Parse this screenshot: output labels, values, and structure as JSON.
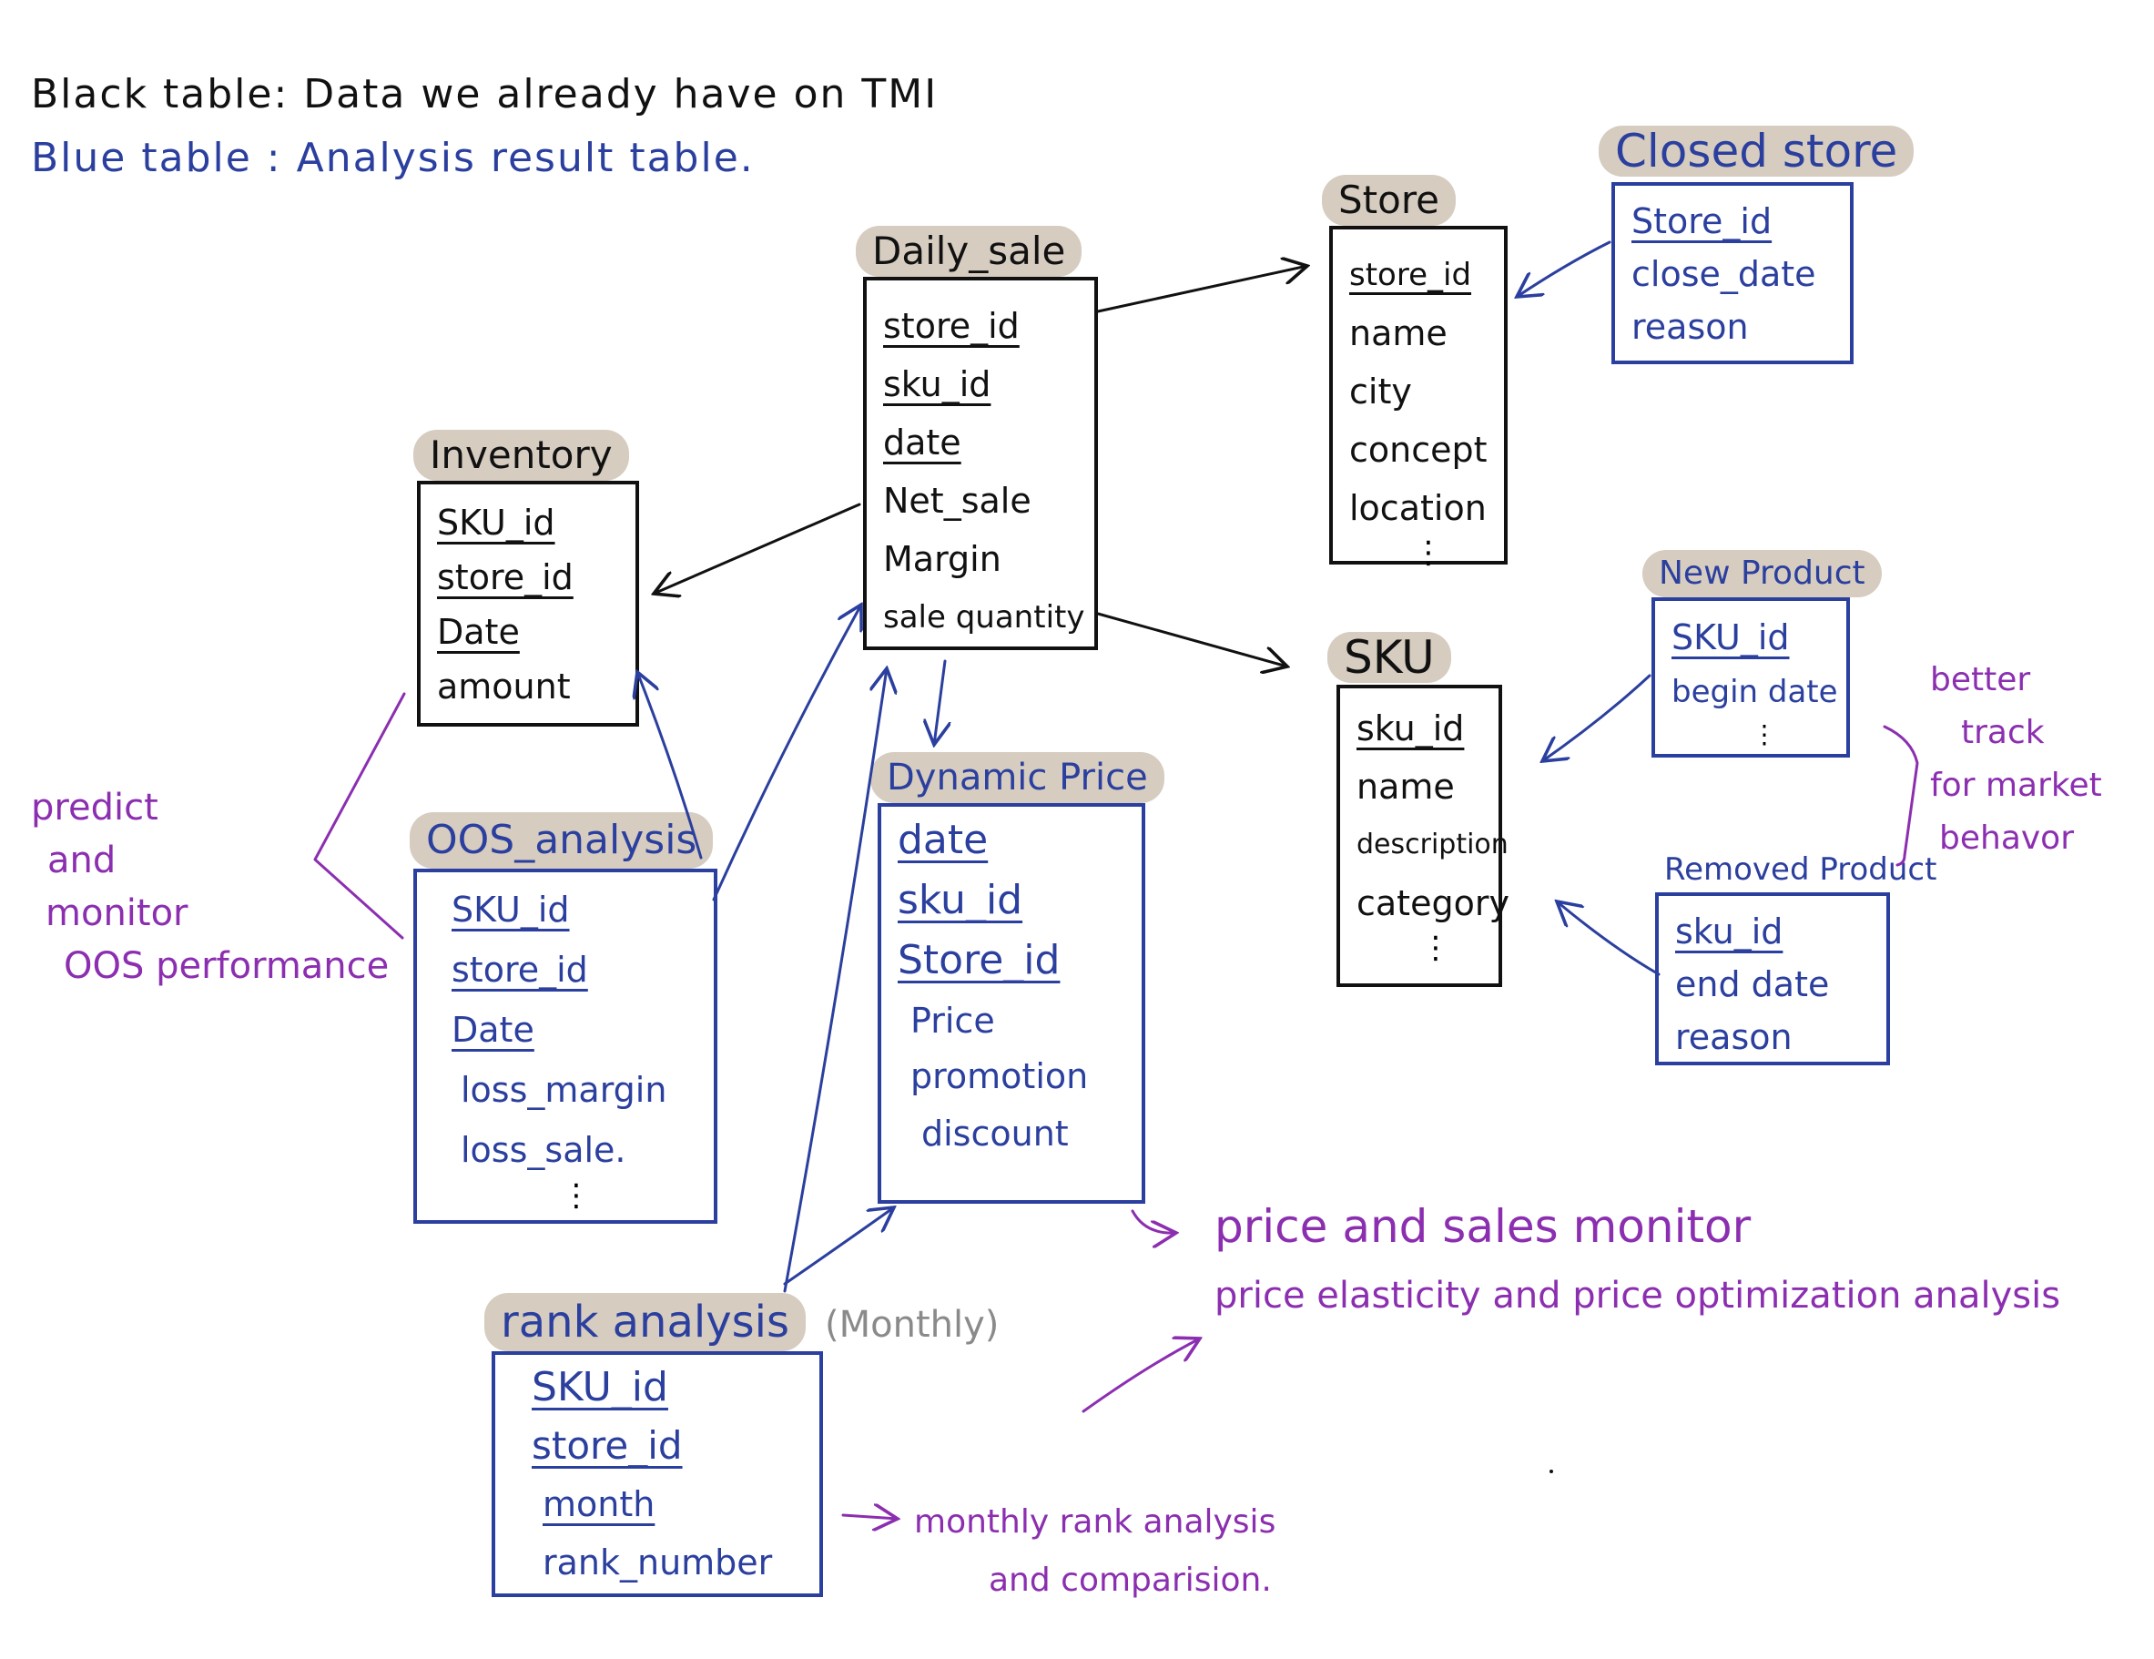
{
  "legend": {
    "black": "Black table: Data we already have on TMI",
    "blue": "Blue table : Analysis result table."
  },
  "colors": {
    "black": "#111111",
    "blue": "#2b3f9e",
    "purple": "#8b2fb0",
    "highlight": "#d6ccc0",
    "gray": "#8a8a8a"
  },
  "tables": {
    "daily_sale": {
      "title": "Daily_sale",
      "fields": [
        "store_id",
        "sku_id",
        "date",
        "Net_sale",
        "Margin",
        "sale quantity"
      ]
    },
    "store": {
      "title": "Store",
      "fields": [
        "store_id",
        "name",
        "city",
        "concept",
        "location"
      ],
      "ellipsis": "⋮"
    },
    "closed_store": {
      "title": "Closed store",
      "fields": [
        "Store_id",
        "close_date",
        "reason"
      ]
    },
    "inventory": {
      "title": "Inventory",
      "fields": [
        "SKU_id",
        "store_id",
        "Date",
        "amount"
      ]
    },
    "sku": {
      "title": "SKU",
      "fields": [
        "sku_id",
        "name",
        "description",
        "category"
      ],
      "ellipsis": "⋮"
    },
    "new_product": {
      "title": "New Product",
      "fields": [
        "SKU_id",
        "begin date"
      ],
      "ellipsis": "⋮"
    },
    "removed_product": {
      "title": "Removed Product",
      "fields": [
        "sku_id",
        "end date",
        "reason"
      ]
    },
    "oos_analysis": {
      "title": "OOS_analysis",
      "fields": [
        "SKU_id",
        "store_id",
        "Date",
        "loss_margin",
        "loss_sale."
      ],
      "ellipsis": "⋮"
    },
    "dynamic_price": {
      "title": "Dynamic Price",
      "fields": [
        "date",
        "sku_id",
        "Store_id",
        "Price",
        "promotion",
        "discount"
      ]
    },
    "rank_analysis": {
      "title": "rank analysis",
      "qualifier": "(Monthly)",
      "fields": [
        "SKU_id",
        "store_id",
        "month",
        "rank_number"
      ]
    }
  },
  "notes": {
    "predict": [
      "predict",
      "and",
      "monitor",
      "OOS performance"
    ],
    "price_monitor": "price and sales monitor",
    "price_elasticity": "price elasticity and price optimization analysis",
    "better_track": [
      "better",
      "track",
      "for market",
      "behavor"
    ],
    "monthly_rank": [
      "monthly rank analysis",
      "and comparision."
    ]
  }
}
